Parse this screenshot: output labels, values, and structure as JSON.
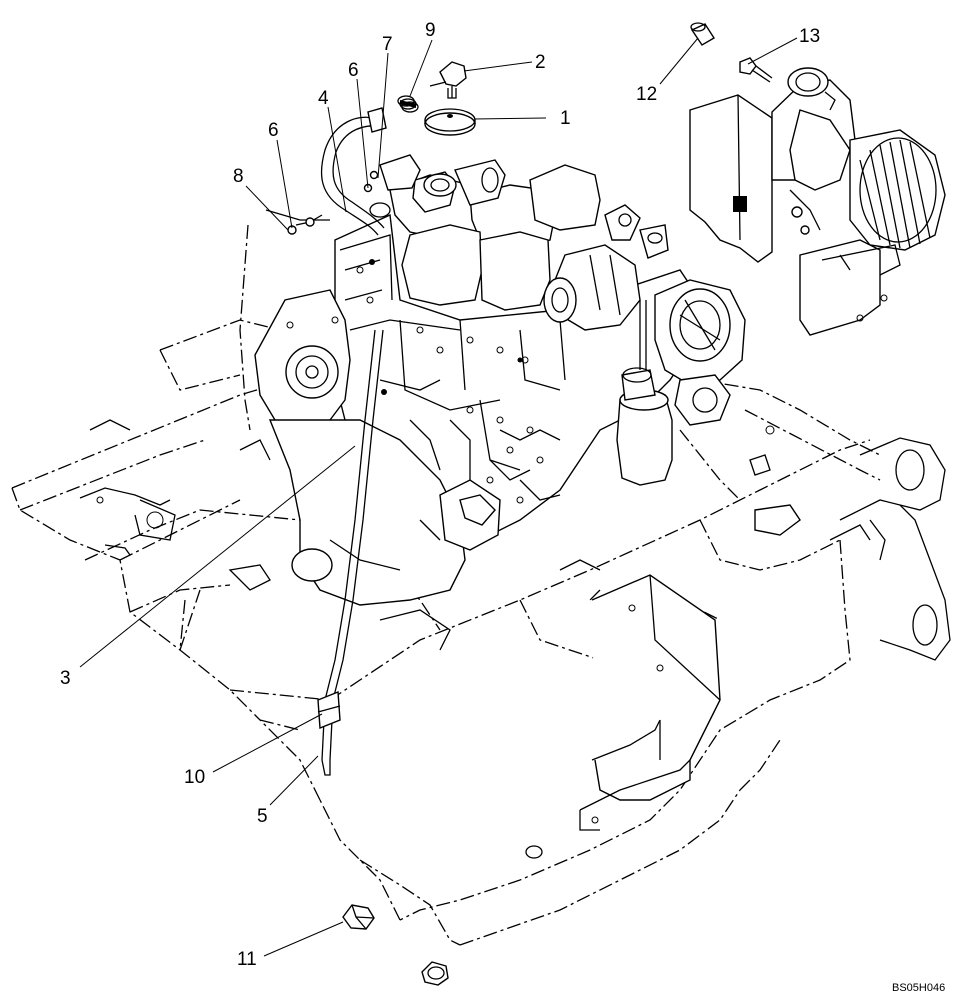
{
  "figure_id": "BS05H046",
  "callouts": [
    {
      "id": "1",
      "label": "1"
    },
    {
      "id": "2",
      "label": "2"
    },
    {
      "id": "3",
      "label": "3"
    },
    {
      "id": "4",
      "label": "4"
    },
    {
      "id": "5",
      "label": "5"
    },
    {
      "id": "6a",
      "label": "6"
    },
    {
      "id": "6b",
      "label": "6"
    },
    {
      "id": "7",
      "label": "7"
    },
    {
      "id": "8",
      "label": "8"
    },
    {
      "id": "9",
      "label": "9"
    },
    {
      "id": "10",
      "label": "10"
    },
    {
      "id": "11",
      "label": "11"
    },
    {
      "id": "12",
      "label": "12"
    },
    {
      "id": "13",
      "label": "13"
    }
  ]
}
